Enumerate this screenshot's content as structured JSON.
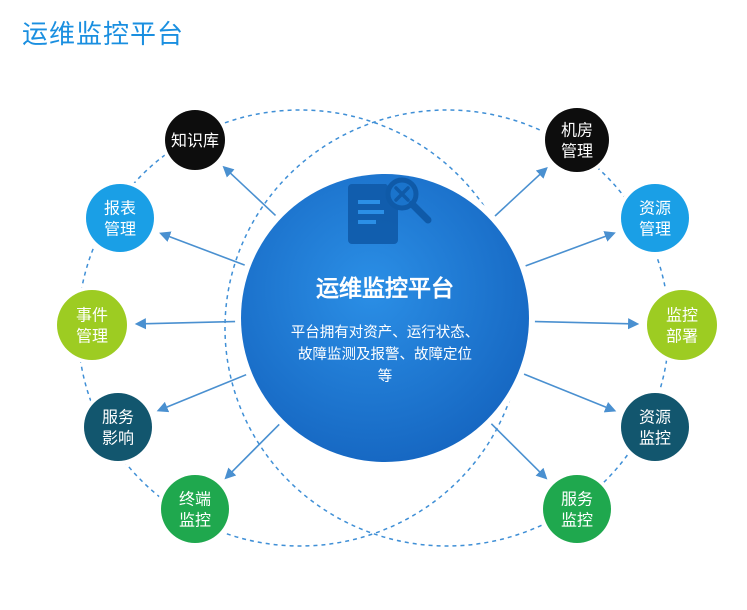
{
  "page": {
    "title": "运维监控平台"
  },
  "hub": {
    "title": "运维监控平台",
    "description_lines": [
      "平台拥有对资产、运行状态、",
      "故障监测及报警、故障定位",
      "等"
    ],
    "color": "#1f7fd6",
    "icon": "document-search-icon"
  },
  "left_nodes": [
    {
      "id": "knowledge-base",
      "lines": [
        "知识库"
      ],
      "color": "#0d0d0d"
    },
    {
      "id": "report-management",
      "lines": [
        "报表",
        "管理"
      ],
      "color": "#1a9fe6"
    },
    {
      "id": "event-management",
      "lines": [
        "事件",
        "管理"
      ],
      "color": "#9dcc22"
    },
    {
      "id": "service-impact",
      "lines": [
        "服务",
        "影响"
      ],
      "color": "#12566e"
    },
    {
      "id": "terminal-monitoring",
      "lines": [
        "终端",
        "监控"
      ],
      "color": "#1fa84e"
    }
  ],
  "right_nodes": [
    {
      "id": "server-room-management",
      "lines": [
        "机房",
        "管理"
      ],
      "color": "#0d0d0d"
    },
    {
      "id": "resource-management",
      "lines": [
        "资源",
        "管理"
      ],
      "color": "#1a9fe6"
    },
    {
      "id": "monitoring-deployment",
      "lines": [
        "监控",
        "部署"
      ],
      "color": "#9dcc22"
    },
    {
      "id": "resource-monitoring",
      "lines": [
        "资源",
        "监控"
      ],
      "color": "#12566e"
    },
    {
      "id": "service-monitoring",
      "lines": [
        "服务",
        "监控"
      ],
      "color": "#1fa84e"
    }
  ],
  "colors": {
    "title": "#1a8fe0",
    "arrow": "#4a90d0",
    "dashed_ring": "#3f8fd6",
    "node_text": "#ffffff"
  }
}
